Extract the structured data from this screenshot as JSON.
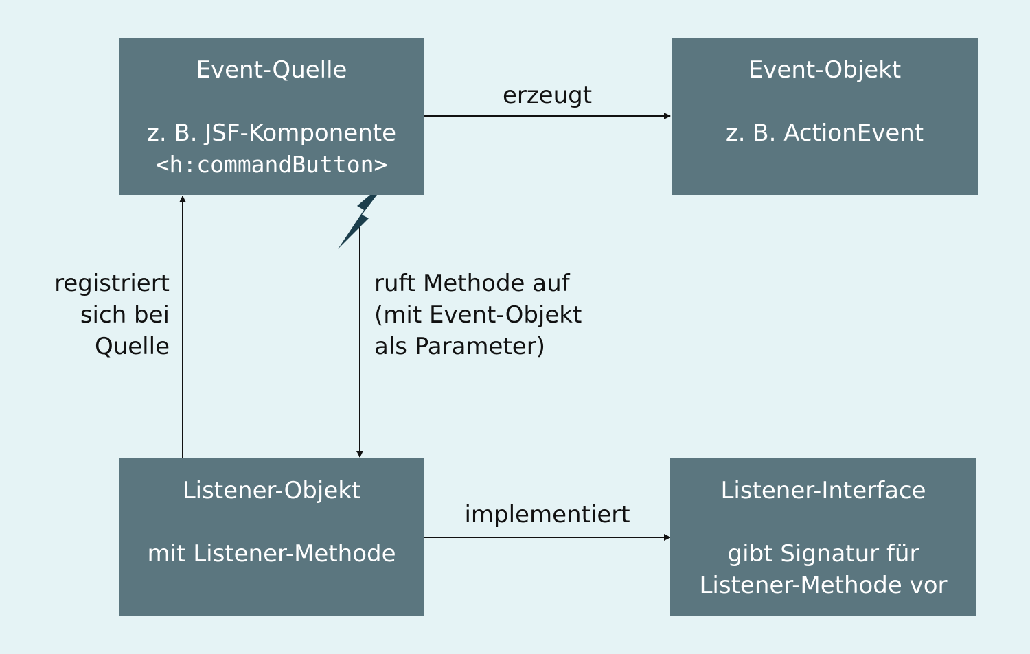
{
  "boxes": {
    "event_source": {
      "title": "Event-Quelle",
      "line1": "z. B. JSF-Komponente",
      "line2": "<h:commandButton>"
    },
    "event_object": {
      "title": "Event-Objekt",
      "line1": "z. B. ActionEvent"
    },
    "listener_object": {
      "title": "Listener-Objekt",
      "line1": "mit Listener-Methode"
    },
    "listener_interface": {
      "title": "Listener-Interface",
      "line1": "gibt Signatur für",
      "line2": "Listener-Methode vor"
    }
  },
  "arrows": {
    "creates": "erzeugt",
    "implements": "implementiert",
    "registers": [
      "registriert",
      "sich bei",
      "Quelle"
    ],
    "calls": [
      "ruft Methode auf",
      "(mit Event-Objekt",
      "als Parameter)"
    ]
  },
  "colors": {
    "background": "#e5f3f5",
    "box": "#5b767f",
    "box_text": "#ffffff",
    "lightning": "#1b3e4c",
    "line": "#111111"
  },
  "icons": {
    "event_trigger": "lightning-bolt-icon"
  }
}
